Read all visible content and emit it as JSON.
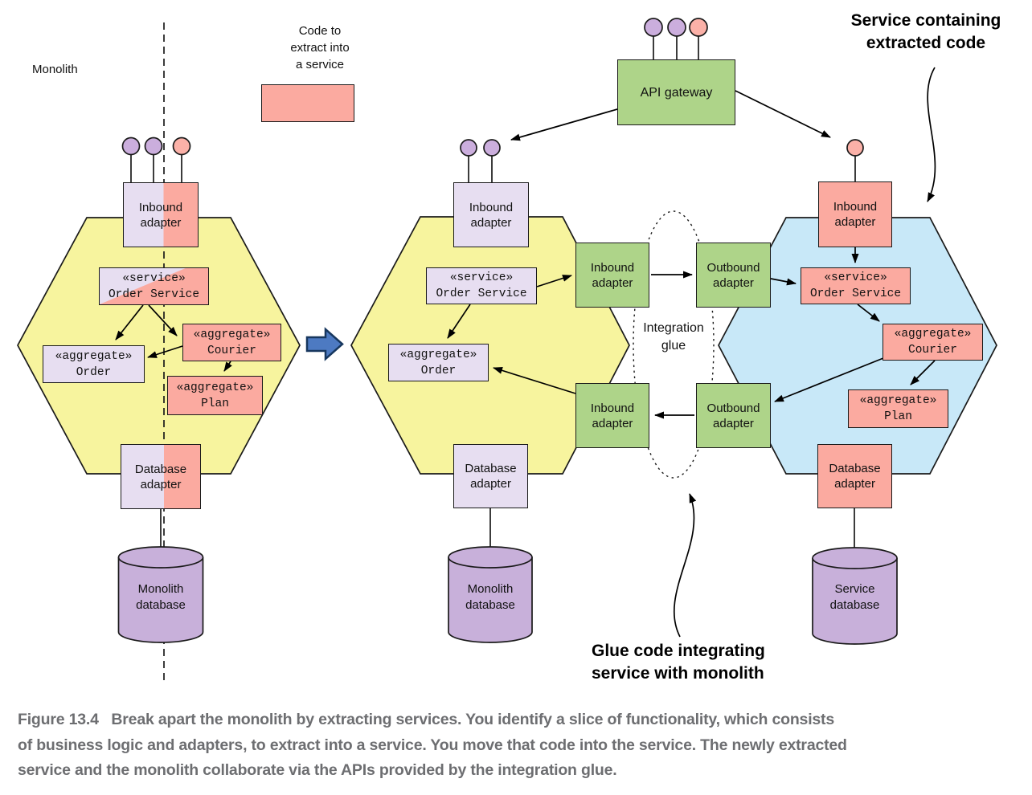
{
  "figure": {
    "caption": "Figure 13.4   Break apart the monolith by extracting services. You identify a slice of functionality, which consists\nof business logic and adapters, to extract into a service. You move that code into the service. The newly extracted\nservice and the monolith collaborate via the APIs provided by the integration glue."
  },
  "labels": {
    "monolith": "Monolith",
    "inbound_adapter": "Inbound\nadapter",
    "outbound_adapter": "Outbound\nadapter",
    "database_adapter": "Database\nadapter",
    "api_gateway": "API gateway",
    "order_service": "«service»\nOrder Service",
    "aggregate_order": "«aggregate»\nOrder",
    "aggregate_courier": "«aggregate»\nCourier",
    "aggregate_plan": "«aggregate»\nPlan",
    "monolith_database": "Monolith\ndatabase",
    "service_database": "Service\ndatabase",
    "integration_glue": "Integration\nglue"
  },
  "annotations": {
    "legend": "Code to\nextract into\na service",
    "service_containing": "Service containing\nextracted code",
    "glue_code": "Glue code integrating\nservice with monolith"
  },
  "colors": {
    "monolith_hexagon": "#f7f49e",
    "service_hexagon": "#c8e8f8",
    "extracted_code_pink": "#fbaaa0",
    "retained_code_purple": "#e7def1",
    "glue_adapter_green": "#aed489",
    "database_purple": "#c8b0da",
    "transform_arrow_blue": "#4d7ac2",
    "caption_text": "#6d6e71"
  }
}
